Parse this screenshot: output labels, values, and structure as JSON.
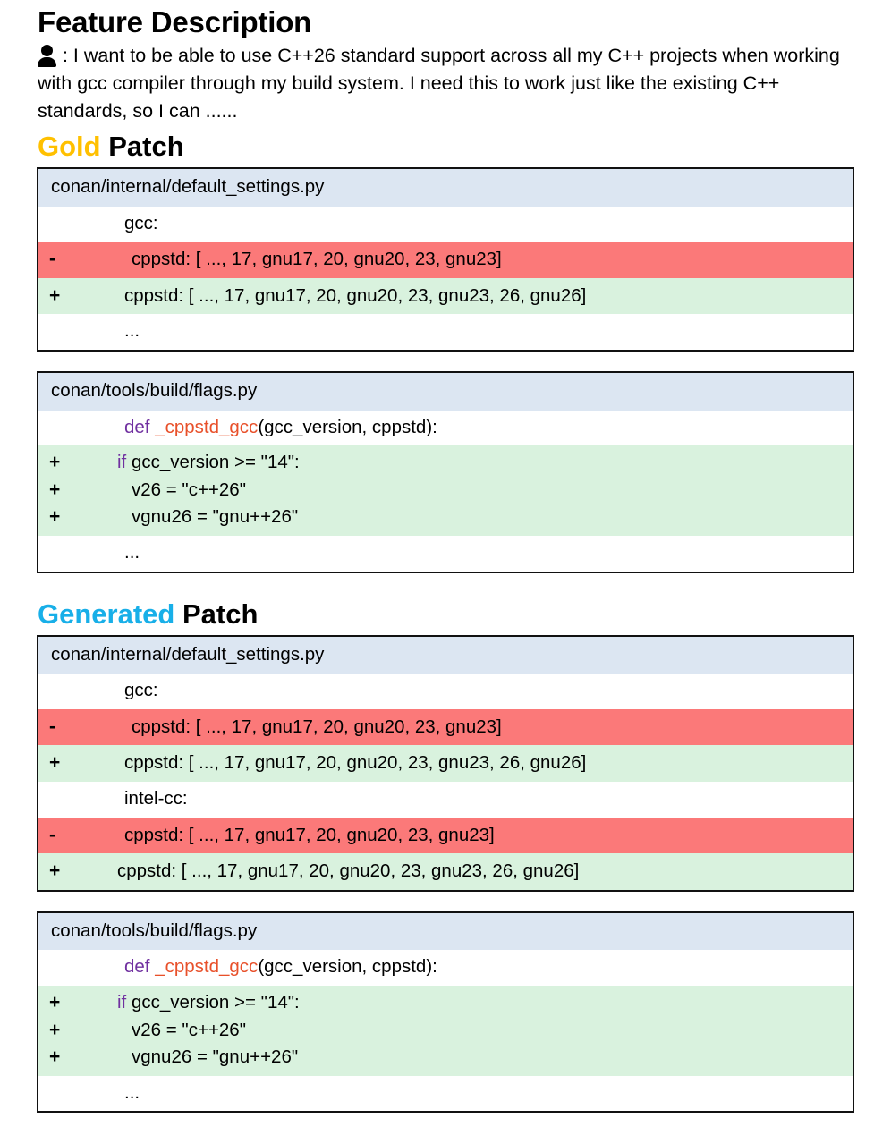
{
  "title": "Feature Description",
  "description": {
    "icon": "person-icon",
    "separator": " : ",
    "text": "I want to be able to use C++26 standard support across all my C++ projects when working with gcc compiler through my build system. I need this to work just like the existing C++ standards, so I can ......"
  },
  "colors": {
    "gold": "#FFC000",
    "blue": "#18AFE8",
    "header_bg": "#DCE6F2",
    "add_bg": "#D9F2DE",
    "del_bg": "#FB7979",
    "keyword": "#7030A0",
    "function": "#E8502A"
  },
  "sections": [
    {
      "heading_accent": "Gold",
      "heading_rest": " Patch",
      "accent_color": "gold",
      "boxes": [
        {
          "file": "conan/internal/default_settings.py",
          "rows": [
            {
              "marker": "",
              "kind": "ctx",
              "indent": 2,
              "code": "gcc:"
            },
            {
              "marker": "-",
              "kind": "del",
              "indent": 3,
              "code": "cppstd: [ ..., 17, gnu17, 20, gnu20, 23, gnu23]"
            },
            {
              "marker": "+",
              "kind": "add",
              "indent": 2,
              "code": "cppstd: [ ..., 17, gnu17, 20, gnu20, 23, gnu23, 26, gnu26]"
            },
            {
              "marker": "",
              "kind": "ctx",
              "indent": 2,
              "code": "..."
            }
          ]
        },
        {
          "file": "conan/tools/build/flags.py",
          "rows": [
            {
              "marker": "",
              "kind": "ctx",
              "indent": 2,
              "code": "def _cppstd_gcc(gcc_version, cppstd):",
              "syntax": "def"
            },
            {
              "marker": "+",
              "kind": "add",
              "indent": 1,
              "code": "if gcc_version >= \"14\":",
              "syntax": "if"
            },
            {
              "marker": "+",
              "kind": "add",
              "indent": 3,
              "code": "v26 = \"c++26\""
            },
            {
              "marker": "+",
              "kind": "add",
              "indent": 3,
              "code": "vgnu26 = \"gnu++26\""
            },
            {
              "marker": "",
              "kind": "ctx",
              "indent": 2,
              "code": "..."
            }
          ]
        }
      ]
    },
    {
      "heading_accent": "Generated",
      "heading_rest": " Patch",
      "accent_color": "blue",
      "boxes": [
        {
          "file": "conan/internal/default_settings.py",
          "rows": [
            {
              "marker": "",
              "kind": "ctx",
              "indent": 2,
              "code": "gcc:"
            },
            {
              "marker": "-",
              "kind": "del",
              "indent": 3,
              "code": "cppstd: [ ..., 17, gnu17, 20, gnu20, 23, gnu23]"
            },
            {
              "marker": "+",
              "kind": "add",
              "indent": 2,
              "code": "cppstd: [ ..., 17, gnu17, 20, gnu20, 23, gnu23, 26, gnu26]"
            },
            {
              "marker": "",
              "kind": "ctx",
              "indent": 2,
              "code": "intel-cc:"
            },
            {
              "marker": "-",
              "kind": "del",
              "indent": 2,
              "code": "cppstd: [ ..., 17, gnu17, 20, gnu20, 23, gnu23]"
            },
            {
              "marker": "+",
              "kind": "add",
              "indent": 1,
              "code": "cppstd: [ ..., 17, gnu17, 20, gnu20, 23, gnu23, 26, gnu26]"
            }
          ]
        },
        {
          "file": "conan/tools/build/flags.py",
          "rows": [
            {
              "marker": "",
              "kind": "ctx",
              "indent": 2,
              "code": "def _cppstd_gcc(gcc_version, cppstd):",
              "syntax": "def"
            },
            {
              "marker": "+",
              "kind": "add",
              "indent": 1,
              "code": "if gcc_version >= \"14\":",
              "syntax": "if"
            },
            {
              "marker": "+",
              "kind": "add",
              "indent": 3,
              "code": "v26 = \"c++26\""
            },
            {
              "marker": "+",
              "kind": "add",
              "indent": 3,
              "code": "vgnu26 = \"gnu++26\""
            },
            {
              "marker": "",
              "kind": "ctx",
              "indent": 2,
              "code": "..."
            }
          ]
        }
      ]
    }
  ]
}
